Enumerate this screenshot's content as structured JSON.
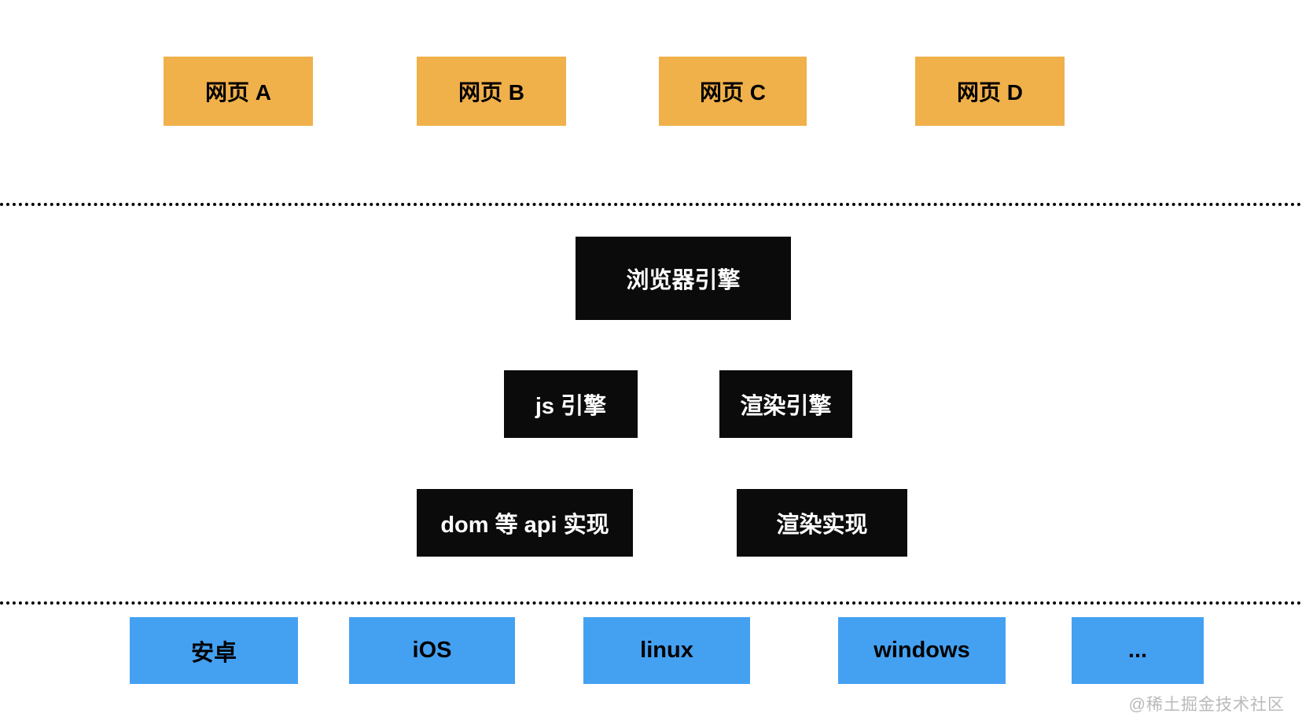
{
  "colors": {
    "background": "#FFFFFF",
    "web_page_box": "#F0B04A",
    "engine_box": "#0B0B0B",
    "engine_box_text": "#FFFFFF",
    "os_box": "#44A1F2",
    "box_text": "#000000",
    "divider_dots": "#000000",
    "watermark_text": "#B9B9B9"
  },
  "web_page_layer": {
    "items": [
      {
        "label": "网页 A"
      },
      {
        "label": "网页 B"
      },
      {
        "label": "网页 C"
      },
      {
        "label": "网页 D"
      }
    ]
  },
  "browser_layer": {
    "browser_engine": {
      "label": "浏览器引擎"
    },
    "js_engine": {
      "label": "js 引擎"
    },
    "render_engine": {
      "label": "渲染引擎"
    },
    "dom_api_impl": {
      "label": "dom 等 api 实现"
    },
    "render_impl": {
      "label": "渲染实现"
    }
  },
  "os_layer": {
    "items": [
      {
        "label": "安卓"
      },
      {
        "label": "iOS"
      },
      {
        "label": "linux"
      },
      {
        "label": "windows"
      },
      {
        "label": "..."
      }
    ]
  },
  "watermark": {
    "label": "@稀土掘金技术社区"
  }
}
